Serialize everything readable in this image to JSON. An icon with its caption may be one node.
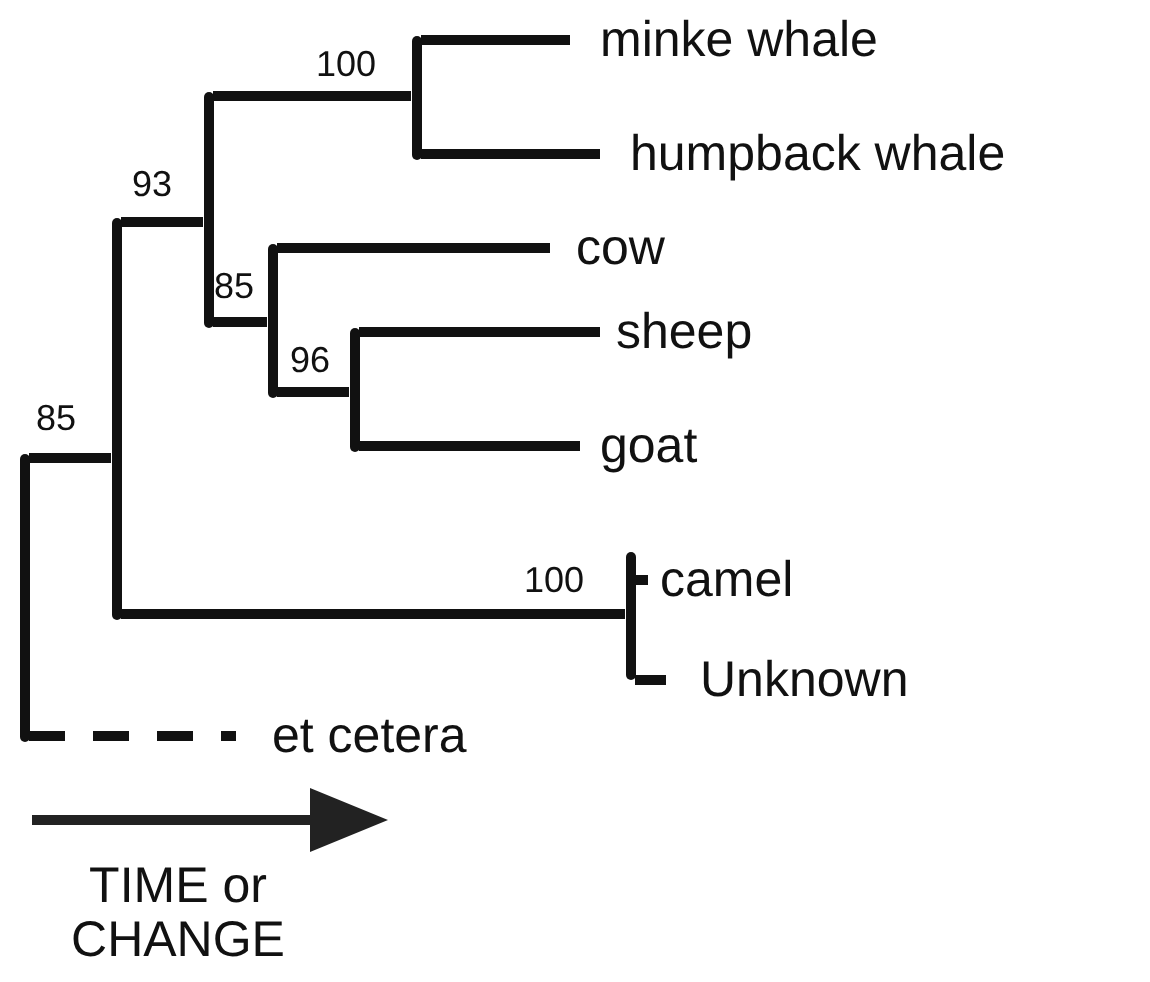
{
  "diagram": {
    "nodes": [
      {
        "text": [],
        "shape": "bar"
      },
      {
        "text": [],
        "shape": "bar",
        "beside": [
          "85"
        ]
      },
      {
        "text": [],
        "shape": "bar",
        "beside": [
          "93"
        ]
      },
      {
        "text": [],
        "shape": "bar",
        "beside": [
          "100"
        ]
      },
      {
        "text": [
          "minke whale"
        ]
      },
      {
        "text": [
          "humpback whale"
        ]
      },
      {
        "text": [],
        "shape": "bar",
        "beside": [
          "85"
        ]
      },
      {
        "text": [
          "cow"
        ]
      },
      {
        "text": [],
        "shape": "bar",
        "beside": [
          "96"
        ]
      },
      {
        "text": [
          "sheep"
        ]
      },
      {
        "text": [
          "goat"
        ]
      },
      {
        "text": [],
        "shape": "bar",
        "beside": [
          "100"
        ]
      },
      {
        "text": [
          "camel"
        ]
      },
      {
        "text": [
          "Unknown"
        ]
      },
      {
        "text": [
          "et cetera"
        ]
      }
    ],
    "edges": [
      {
        "from": 0,
        "to": 1,
        "arrow": "none"
      },
      {
        "from": 0,
        "to": 14,
        "arrow": "none",
        "style": "dashed"
      },
      {
        "from": 1,
        "to": 2,
        "arrow": "none"
      },
      {
        "from": 1,
        "to": 11,
        "arrow": "none"
      },
      {
        "from": 2,
        "to": 3,
        "arrow": "none"
      },
      {
        "from": 2,
        "to": 6,
        "arrow": "none"
      },
      {
        "from": 3,
        "to": 4,
        "arrow": "none"
      },
      {
        "from": 3,
        "to": 5,
        "arrow": "none"
      },
      {
        "from": 6,
        "to": 7,
        "arrow": "none"
      },
      {
        "from": 6,
        "to": 8,
        "arrow": "none"
      },
      {
        "from": 8,
        "to": 9,
        "arrow": "none"
      },
      {
        "from": 8,
        "to": 10,
        "arrow": "none"
      },
      {
        "from": 11,
        "to": 12,
        "arrow": "none"
      },
      {
        "from": 11,
        "to": 13,
        "arrow": "none"
      }
    ],
    "labels": [
      "TIME or CHANGE"
    ]
  }
}
